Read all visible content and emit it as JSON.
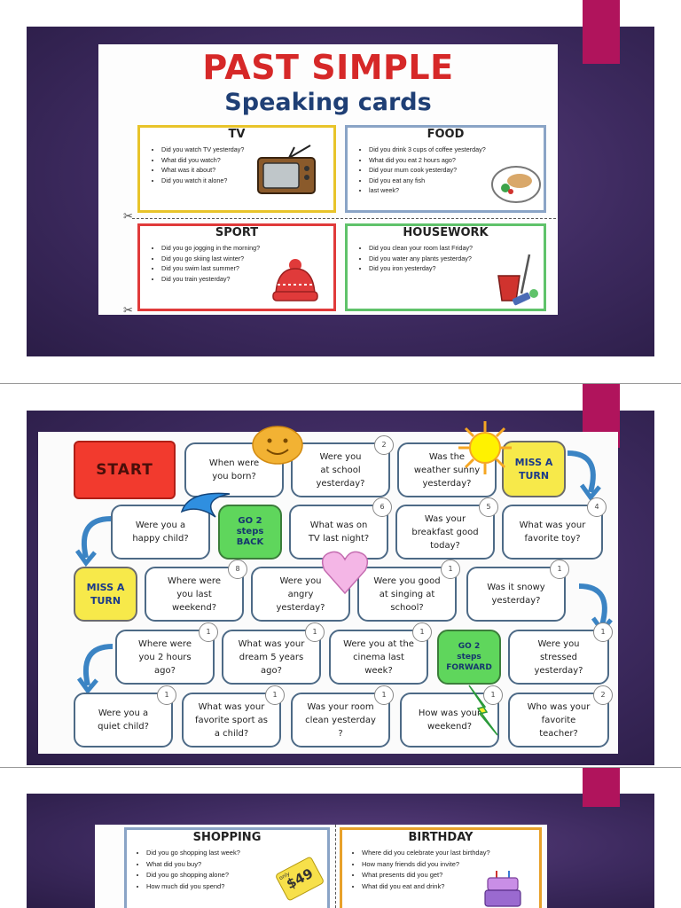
{
  "slide1": {
    "title": "PAST SIMPLE",
    "subtitle": "Speaking cards",
    "cards": [
      {
        "heading": "TV",
        "color": "#e8c42a",
        "items": [
          "Did you watch TV yesterday?",
          "What did you watch?",
          "What was it about?",
          "Did you watch it alone?"
        ]
      },
      {
        "heading": "FOOD",
        "color": "#8aa4c6",
        "items": [
          "Did you drink 3 cups of coffee yesterday?",
          "What did you eat 2 hours ago?",
          "Did your mum cook yesterday?",
          "Did you eat any fish",
          "last week?"
        ]
      },
      {
        "heading": "SPORT",
        "color": "#e03a3a",
        "items": [
          "Did you go jogging in the morning?",
          "Did you go skiing last winter?",
          "Did you swim last summer?",
          "Did you train yesterday?"
        ]
      },
      {
        "heading": "HOUSEWORK",
        "color": "#5fc26a",
        "items": [
          "Did you clean your room last Friday?",
          "Did you water any plants yesterday?",
          "Did you iron yesterday?"
        ]
      }
    ]
  },
  "board": {
    "start": "START",
    "row1": [
      {
        "text": "When were you born?",
        "num": ""
      },
      {
        "text": "Were you at school yesterday?",
        "num": "2"
      },
      {
        "text": "Was the weather sunny yesterday?",
        "num": ""
      },
      {
        "text": "MISS A TURN",
        "num": ""
      }
    ],
    "row2": [
      {
        "text": "Were you a happy child?",
        "num": ""
      },
      {
        "text": "GO 2 steps BACK",
        "num": ""
      },
      {
        "text": "What was on TV last night?",
        "num": "6"
      },
      {
        "text": "Was your breakfast good today?",
        "num": "5"
      },
      {
        "text": "What was your favorite toy?",
        "num": "4"
      }
    ],
    "row3": [
      {
        "text": "MISS A TURN",
        "num": ""
      },
      {
        "text": "Where were you last weekend?",
        "num": "8"
      },
      {
        "text": "Were you angry yesterday?",
        "num": ""
      },
      {
        "text": "Were you good at singing at school?",
        "num": "1"
      },
      {
        "text": "Was it snowy yesterday?",
        "num": "1"
      }
    ],
    "row4": [
      {
        "text": "Where were you 2 hours ago?",
        "num": "1"
      },
      {
        "text": "What was your dream 5 years ago?",
        "num": "1"
      },
      {
        "text": "Were you at the cinema last week?",
        "num": "1"
      },
      {
        "text": "GO 2 steps FORWARD",
        "num": ""
      },
      {
        "text": "Were you stressed yesterday?",
        "num": "1"
      }
    ],
    "row5": [
      {
        "text": "Were you a quiet child?",
        "num": "1"
      },
      {
        "text": "What was your favorite sport as a child?",
        "num": "1"
      },
      {
        "text": "Was your room clean yesterday ?",
        "num": "1"
      },
      {
        "text": "How was your weekend?",
        "num": "1"
      },
      {
        "text": "Who was your favorite teacher?",
        "num": "2"
      }
    ]
  },
  "slide3": {
    "cards": [
      {
        "heading": "SHOPPING",
        "color": "#8aa4c6",
        "items": [
          "Did you go shopping last week?",
          "What did you buy?",
          "Did you go shopping alone?",
          "How much did you spend?"
        ],
        "price_tag": "$49",
        "price_note": "only"
      },
      {
        "heading": "BIRTHDAY",
        "color": "#e8a12a",
        "items": [
          "Where did you celebrate your last birthday?",
          "How many friends did you invite?",
          "What presents did you get?",
          "What did you eat and drink?"
        ]
      }
    ]
  }
}
